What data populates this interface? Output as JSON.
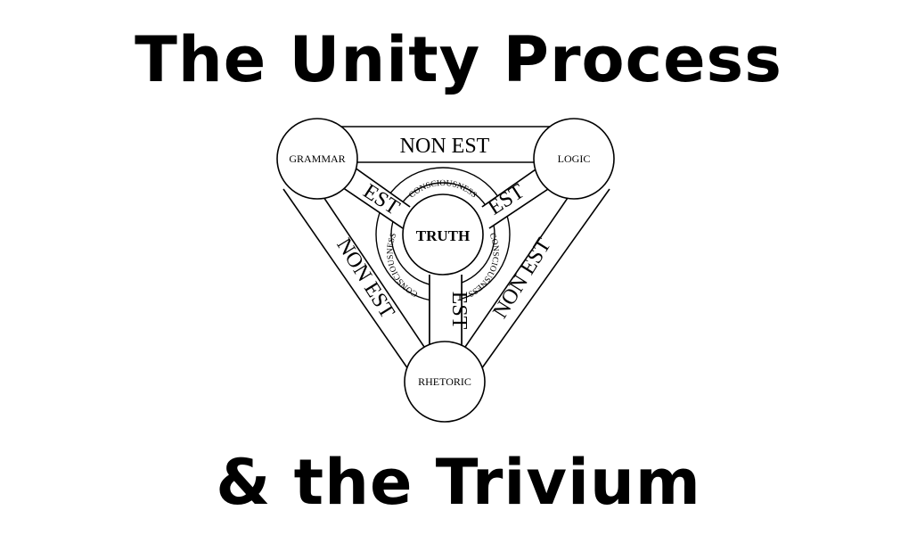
{
  "title": {
    "top": "The Unity Process",
    "bottom": "& the Trivium"
  },
  "diagram": {
    "nodes": {
      "top_left": "GRAMMAR",
      "top_right": "LOGIC",
      "bottom": "RHETORIC",
      "center": "TRUTH"
    },
    "outer_edges": {
      "top": "NON EST",
      "left": "NON EST",
      "right": "NON EST"
    },
    "spokes": {
      "left": "EST",
      "right": "EST",
      "bottom": "EST"
    },
    "ring_text": "CONSCIOUSNESS"
  },
  "colors": {
    "ink": "#000000",
    "paper": "#ffffff"
  }
}
